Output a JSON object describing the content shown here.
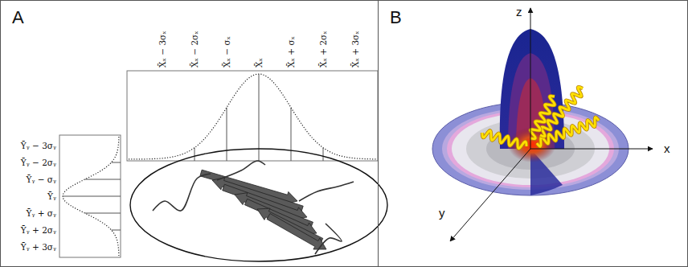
{
  "diagram": {
    "nodes": [
      {
        "text": [
          "A"
        ]
      },
      {
        "text": [
          "B"
        ]
      }
    ],
    "labels": [
      "X̄ₓ − 3σₓ",
      "X̄ₓ − 2σₓ",
      "X̄ₓ − σₓ",
      "X̄ₓ",
      "X̄ₓ + σₓ",
      "X̄ₓ + 2σₓ",
      "X̄ₓ + 3σₓ",
      "Ȳᵧ − 3σᵧ",
      "Ȳᵧ − 2σᵧ",
      "Ȳᵧ − σᵧ",
      "Ȳᵧ",
      "Ȳᵧ + σᵧ",
      "Ȳᵧ + 2σᵧ",
      "Ȳᵧ + 3σᵧ",
      "z",
      "x",
      "y"
    ]
  }
}
